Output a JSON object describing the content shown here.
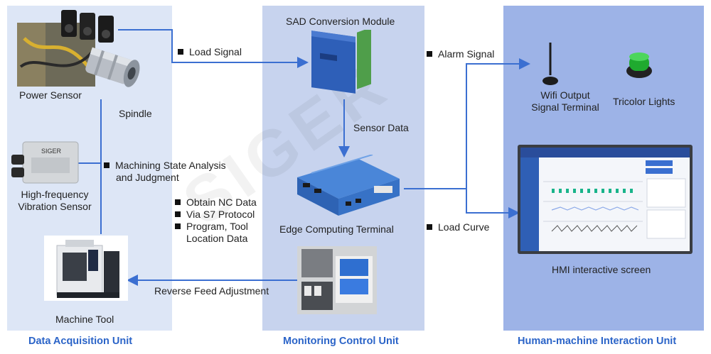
{
  "units": {
    "acquisition": "Data Acquisition Unit",
    "monitoring": "Monitoring Control Unit",
    "hmi": "Human-machine Interaction Unit"
  },
  "nodes": {
    "power_sensor": "Power Sensor",
    "spindle": "Spindle",
    "vibration_sensor_line1": "High-frequency",
    "vibration_sensor_line2": "Vibration Sensor",
    "machine_tool": "Machine Tool",
    "sad_module": "SAD Conversion Module",
    "edge_terminal": "Edge Computing Terminal",
    "wifi_line1": "Wifi Output",
    "wifi_line2": "Signal Terminal",
    "tricolor": "Tricolor Lights",
    "hmi_screen": "HMI interactive screen"
  },
  "edges": {
    "load_signal": "Load Signal",
    "alarm_signal": "Alarm Signal",
    "sensor_data": "Sensor Data",
    "state_analysis_line1": "Machining State Analysis",
    "state_analysis_line2": "and Judgment",
    "nc_line1": "Obtain NC Data",
    "nc_line2": "Via S7 Protocol",
    "nc_line3": "Program, Tool",
    "nc_line4": "Location Data",
    "load_curve": "Load Curve",
    "reverse_feed": "Reverse Feed Adjustment"
  },
  "colors": {
    "arrow": "#3b6fd1",
    "panel1": "#dde6f6",
    "panel2": "#c7d3ee",
    "panel3": "#9db3e7",
    "title": "#2b64c8"
  }
}
